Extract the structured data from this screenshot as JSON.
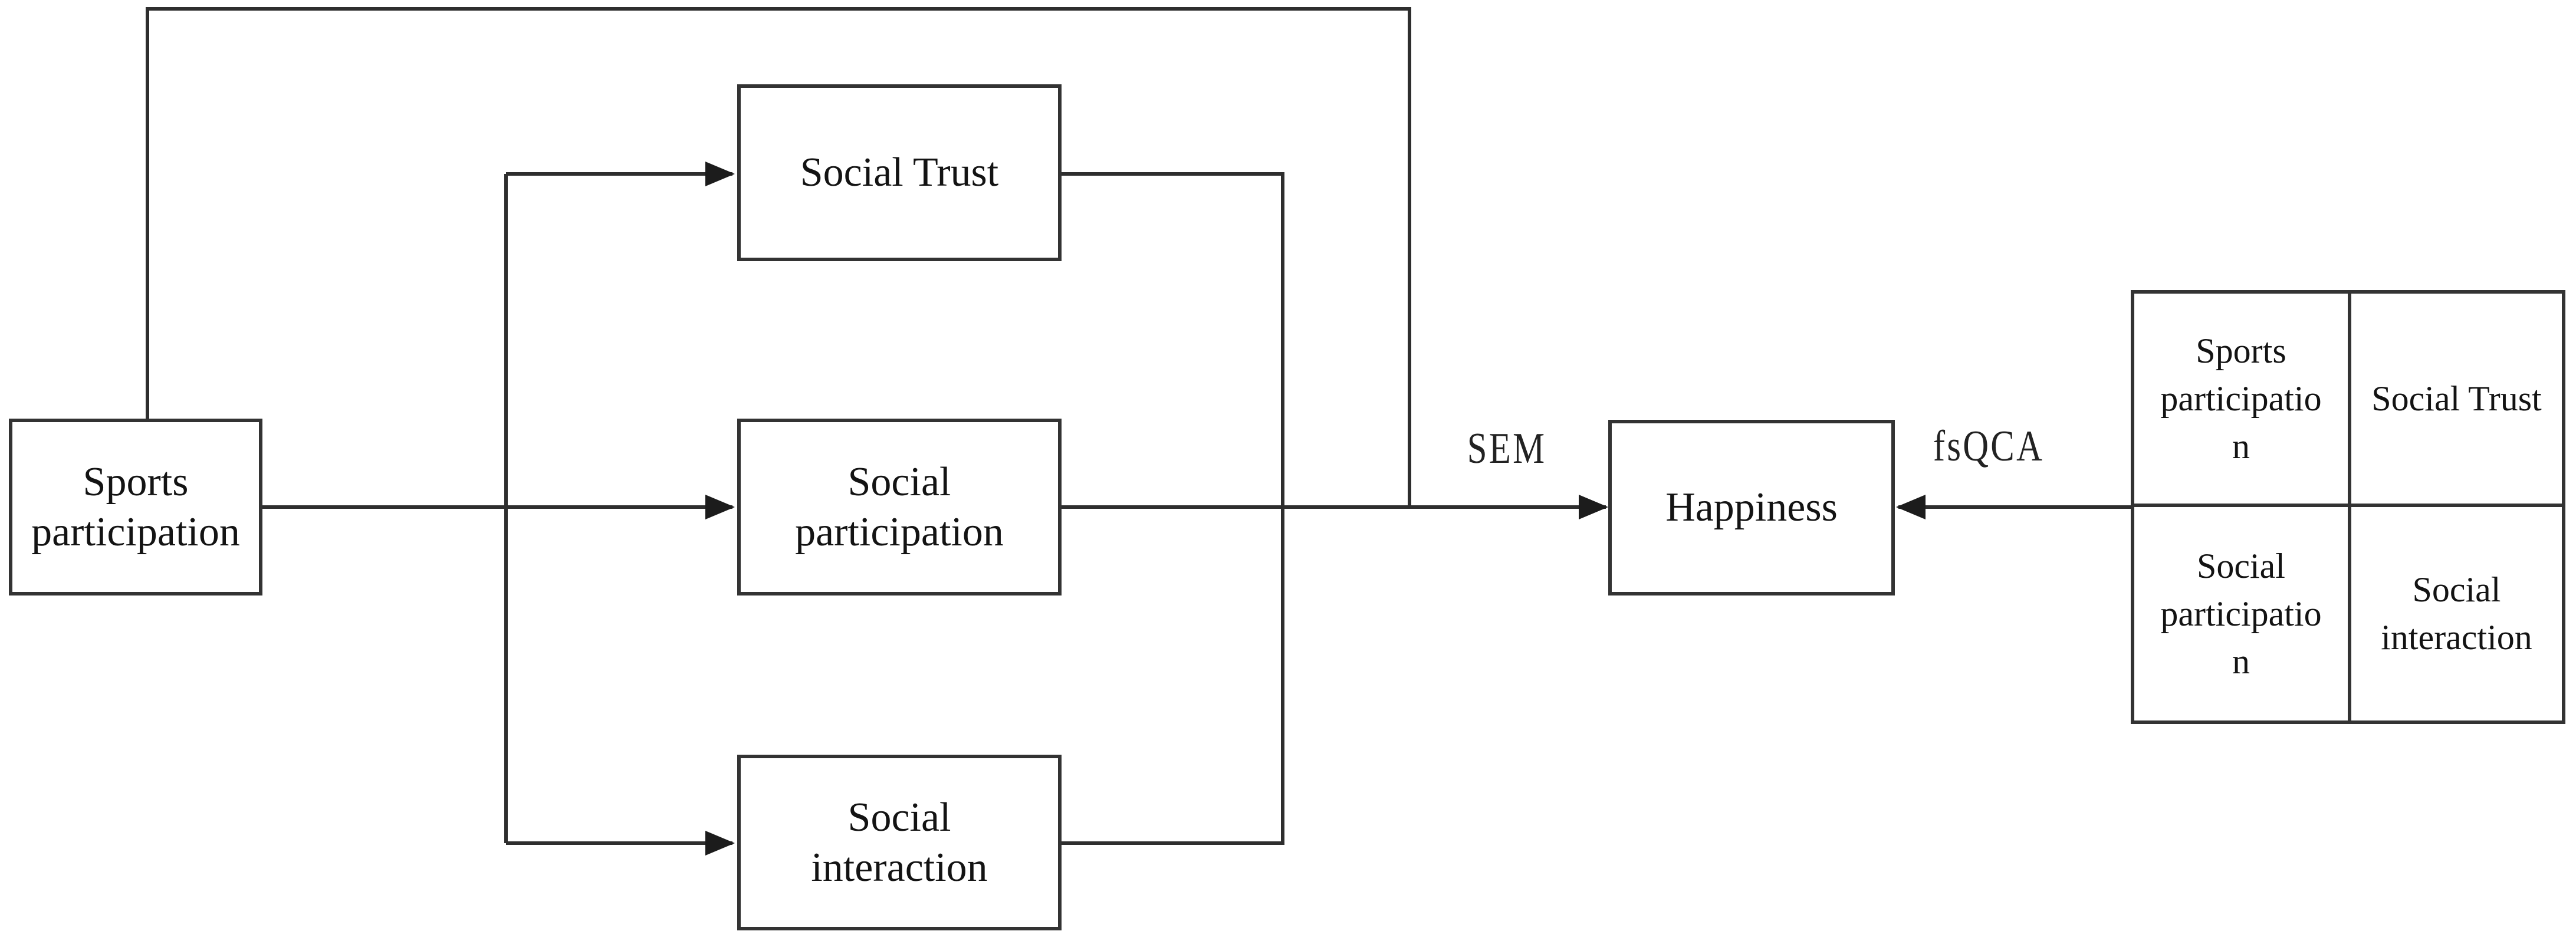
{
  "figure": {
    "background": "#ffffff",
    "line_color": "#2e2e2e",
    "box_border_color": "#333333",
    "text_color": "#131313"
  },
  "boxes": {
    "predictor": "Sports\nparticipation",
    "mediator_trust": "Social Trust",
    "mediator_participation": "Social\nparticipation",
    "mediator_interaction": "Social\ninteraction",
    "outcome": "Happiness"
  },
  "arrow_labels": {
    "sem": "SEM",
    "fsqca": "fsQCA"
  },
  "fsqca_table": {
    "rows": [
      {
        "cells": [
          "Sports\nparticipatio\nn",
          "Social Trust"
        ]
      },
      {
        "cells": [
          "Social\nparticipatio\nn",
          "Social\ninteraction"
        ]
      }
    ]
  }
}
